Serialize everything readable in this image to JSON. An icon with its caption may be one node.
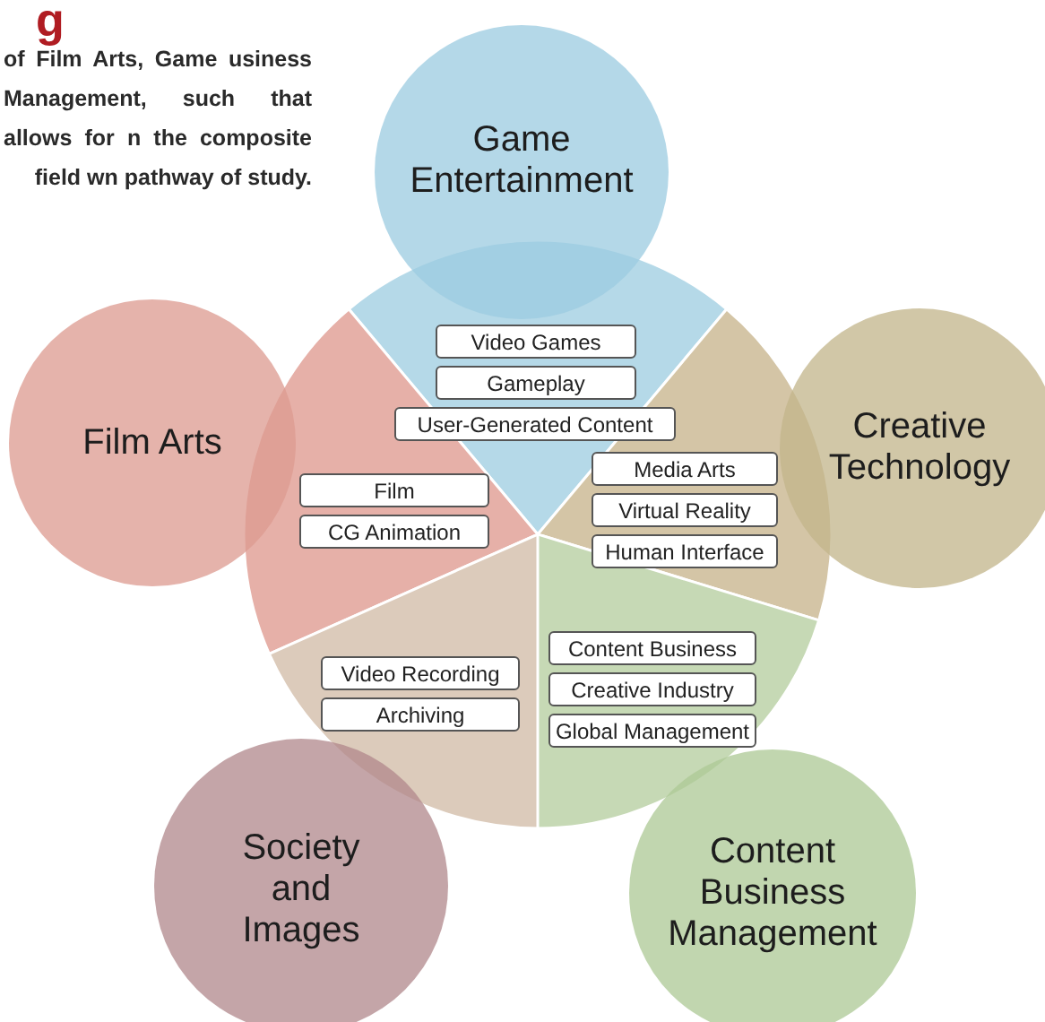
{
  "diagram": {
    "nodes": [
      {
        "text": [
          "Game Entertainment"
        ]
      },
      {
        "text": [
          "Film Arts"
        ]
      },
      {
        "text": [
          "Creative Technology"
        ]
      },
      {
        "text": [],
        "shape": "wedge"
      },
      {
        "text": [
          "Video Games"
        ],
        "in": 3
      },
      {
        "text": [
          "Gameplay"
        ],
        "in": 3
      },
      {
        "text": [
          "User-Generated Content"
        ],
        "in": 3
      },
      {
        "text": [],
        "shape": "wedge"
      },
      {
        "text": [
          "Film"
        ],
        "in": 7
      },
      {
        "text": [
          "CG Animation"
        ],
        "in": 7
      },
      {
        "text": [],
        "shape": "wedge"
      },
      {
        "text": [
          "Media Arts"
        ],
        "in": 10
      },
      {
        "text": [
          "Virtual Reality"
        ],
        "in": 10
      },
      {
        "text": [
          "Human Interface"
        ],
        "in": 10
      },
      {
        "text": [],
        "shape": "wedge"
      },
      {
        "text": [
          "Content Business"
        ],
        "in": 14
      },
      {
        "text": [
          "Creative Industry"
        ],
        "in": 14
      },
      {
        "text": [
          "Global Management"
        ],
        "in": 14
      },
      {
        "text": [],
        "shape": "wedge"
      },
      {
        "text": [
          "Video Recording"
        ],
        "in": 18
      },
      {
        "text": [
          "Archiving"
        ],
        "in": 18
      },
      {
        "text": [
          "Society and Images"
        ]
      },
      {
        "text": [
          "Content Business Management"
        ]
      }
    ],
    "labels": [
      "g",
      "of Film Arts, Game usiness Management, such that allows for n the composite field wn pathway of study."
    ]
  }
}
